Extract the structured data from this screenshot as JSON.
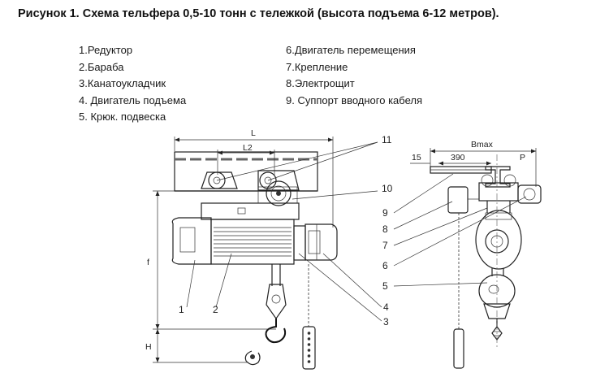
{
  "title": "Рисунок 1. Схема тельфера 0,5-10 тонн  с тележкой  (высота подъема 6-12 метров).",
  "legend_left": [
    "1.Редуктор",
    "2.Бараба",
    "3.Канатоукладчик",
    "4. Двигатель подъема",
    "5. Крюк. подвеска"
  ],
  "legend_right": [
    "6.Двигатель перемещения",
    "7.Крепление",
    "8.Электрощит",
    "9. Суппорт вводного кабеля"
  ],
  "dimensions": {
    "L": "L",
    "L2": "L2",
    "f": "f",
    "H": "H",
    "d15": "15",
    "d390": "390",
    "bmax": "Bmax",
    "p": "P"
  },
  "callouts_front": [
    "1",
    "2",
    "3",
    "4",
    "10",
    "11"
  ],
  "callouts_side": [
    "5",
    "6",
    "7",
    "8",
    "9"
  ]
}
